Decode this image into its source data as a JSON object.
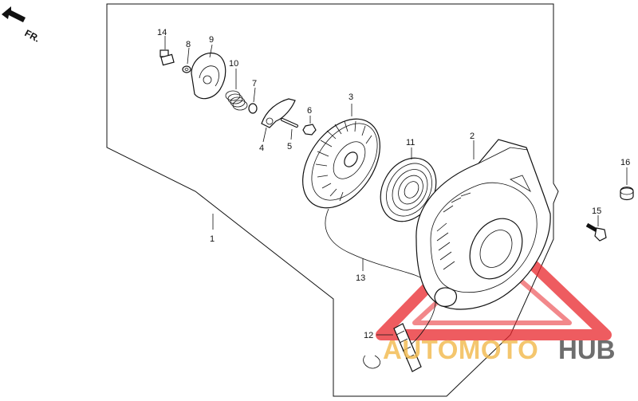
{
  "direction": {
    "label": "FR."
  },
  "callouts": {
    "1": "1",
    "2": "2",
    "3": "3",
    "4": "4",
    "5": "5",
    "6": "6",
    "7": "7",
    "8": "8",
    "9": "9",
    "10": "10",
    "11": "11",
    "12": "12",
    "13": "13",
    "14": "14",
    "15": "15",
    "16": "16"
  },
  "watermark": {
    "text_a": "AUTOMOTO",
    "text_b": "HUB",
    "color_a": "#f2b94a",
    "color_b": "#555555",
    "triangle_color": "#e8262b"
  }
}
